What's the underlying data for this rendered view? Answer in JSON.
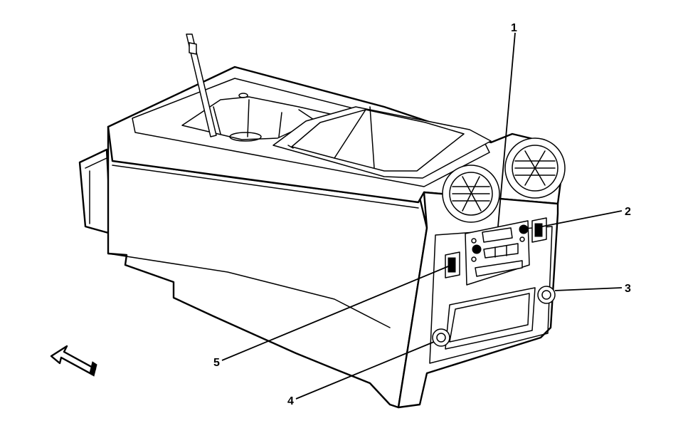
{
  "callouts": [
    {
      "id": "1",
      "label": "1"
    },
    {
      "id": "2",
      "label": "2"
    },
    {
      "id": "3",
      "label": "3"
    },
    {
      "id": "4",
      "label": "4"
    },
    {
      "id": "5",
      "label": "5"
    }
  ],
  "colors": {
    "line": "#000000",
    "background": "#ffffff"
  },
  "icons": {
    "front_direction": "hollow-arrow-icon"
  }
}
